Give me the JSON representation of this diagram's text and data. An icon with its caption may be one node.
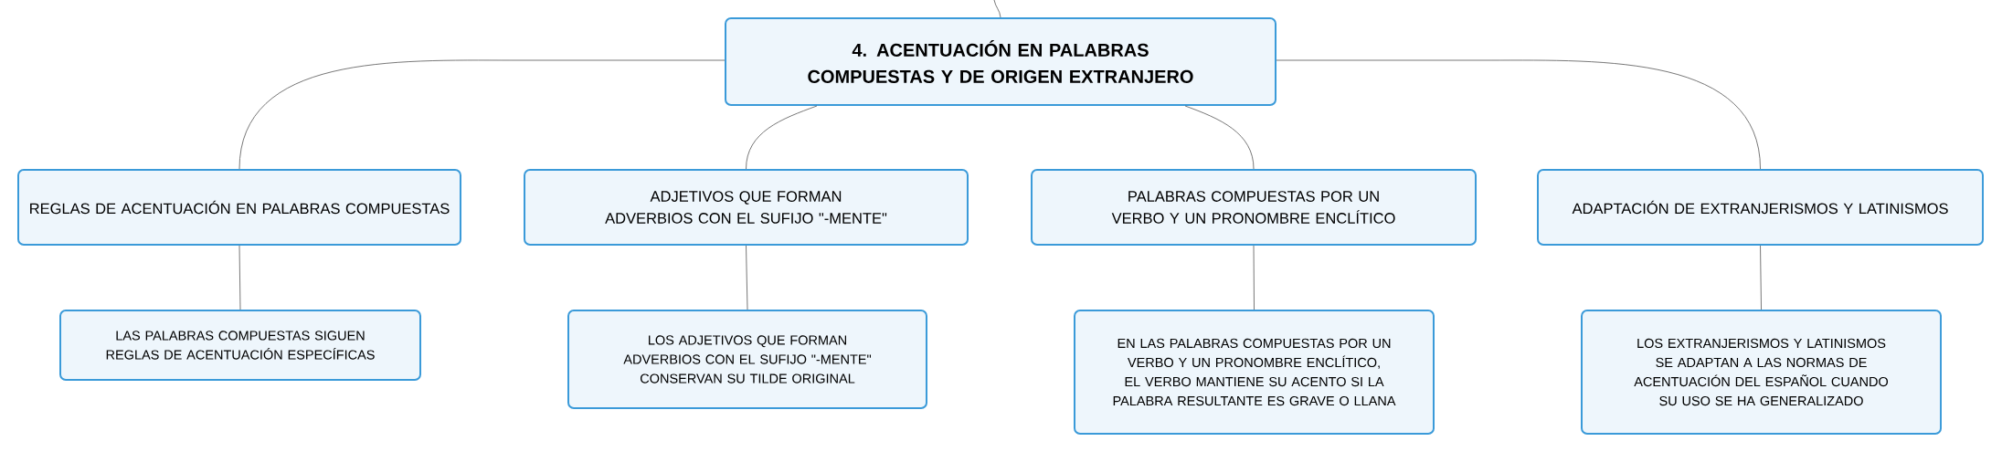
{
  "diagram": {
    "nodes": [
      {
        "text": [
          "4. ACENTUACIÓN EN PALABRAS COMPUESTAS Y DE ORIGEN EXTRANJERO"
        ]
      },
      {
        "text": [
          "REGLAS DE ACENTUACIÓN EN PALABRAS COMPUESTAS"
        ]
      },
      {
        "text": [
          "ADJETIVOS QUE FORMAN ADVERBIOS CON EL SUFIJO \"-MENTE\""
        ]
      },
      {
        "text": [
          "PALABRAS COMPUESTAS POR UN VERBO Y UN PRONOMBRE ENCLÍTICO"
        ]
      },
      {
        "text": [
          "ADAPTACIÓN DE EXTRANJERISMOS Y LATINISMOS"
        ]
      },
      {
        "text": [
          "LAS PALABRAS COMPUESTAS SIGUEN REGLAS DE ACENTUACIÓN ESPECÍFICAS"
        ]
      },
      {
        "text": [
          "LOS ADJETIVOS QUE FORMAN ADVERBIOS CON EL SUFIJO \"-MENTE\" CONSERVAN SU TILDE ORIGINAL"
        ]
      },
      {
        "text": [
          "EN LAS PALABRAS COMPUESTAS POR UN VERBO Y UN PRONOMBRE ENCLÍTICO, EL VERBO MANTIENE SU ACENTO SI LA PALABRA RESULTANTE ES GRAVE O LLANA"
        ]
      },
      {
        "text": [
          "LOS EXTRANJERISMOS Y LATINISMOS SE ADAPTAN A LAS NORMAS DE ACENTUACIÓN DEL ESPAÑOL CUANDO SU USO SE HA GENERALIZADO"
        ]
      }
    ],
    "edges": [
      {
        "from": null,
        "to": 0,
        "arrow": "none"
      },
      {
        "from": 0,
        "to": 1,
        "arrow": "none"
      },
      {
        "from": 0,
        "to": 2,
        "arrow": "none"
      },
      {
        "from": 0,
        "to": 3,
        "arrow": "none"
      },
      {
        "from": 0,
        "to": 4,
        "arrow": "none"
      },
      {
        "from": 1,
        "to": 5,
        "arrow": "none"
      },
      {
        "from": 2,
        "to": 6,
        "arrow": "none"
      },
      {
        "from": 3,
        "to": 7,
        "arrow": "none"
      },
      {
        "from": 4,
        "to": 8,
        "arrow": "none"
      }
    ]
  }
}
